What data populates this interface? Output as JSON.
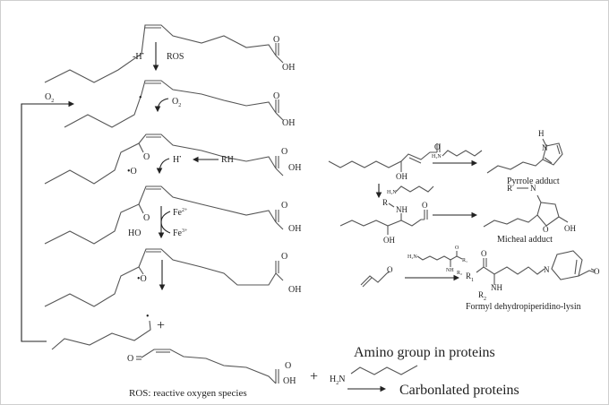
{
  "diagram": {
    "title": "Lipid peroxidation and protein carbonylation scheme",
    "left_pathway": {
      "step1": {
        "left_label": "-H",
        "left_sup": "•",
        "right_label": "ROS"
      },
      "step2": {
        "label": "O",
        "sub": "2"
      },
      "step3": {
        "h_label": "H",
        "h_sup": "•",
        "rh_label": "RH"
      },
      "step4": {
        "fe2": "Fe",
        "fe2_sup": "2+",
        "fe3": "Fe",
        "fe3_sup": "3+"
      },
      "loop": {
        "label": "O",
        "sub": "2"
      },
      "groups": {
        "oh": "OH",
        "o": "O",
        "ho": "HO",
        "radical_o": "•O",
        "radical_o2": "•O",
        "radical_dot": "•",
        "plus": "+"
      }
    },
    "right_pathway": {
      "reagent_amine": "H₂N",
      "reagent_amine_small": "H₂N",
      "pyrrole": {
        "h": "H",
        "n": "N",
        "label": "Pyrrole adduct"
      },
      "michael": {
        "r": "R",
        "n": "N",
        "o": "O",
        "oh": "OH",
        "label": "Micheal adduct"
      },
      "intermediate": {
        "r": "R",
        "nh": "NH",
        "oh": "OH",
        "o": "O"
      },
      "hne": {
        "o": "O",
        "oh": "OH"
      },
      "acrolein": {
        "o": "O"
      },
      "lysine_reagent": {
        "h2n": "H₂N",
        "nh": "NH",
        "r1": "R₁",
        "r2": "R₂",
        "o": "O"
      },
      "fdp_lysine": {
        "r1": "R",
        "r1_sub": "1",
        "r2": "R",
        "r2_sub": "2",
        "nh": "NH",
        "n": "N",
        "o": "O",
        "label": "Formyl dehydropiperidino-lysin"
      }
    },
    "bottom": {
      "aldehyde_o": "O",
      "acid_o": "O",
      "acid_oh": "OH",
      "plus": "+",
      "h2n": "H",
      "h2n_sub": "2",
      "h2n_n": "N",
      "amino_label": "Amino group in proteins",
      "carbonylated_label": "Carbonlated proteins",
      "footnote": "ROS: reactive oxygen species"
    }
  }
}
